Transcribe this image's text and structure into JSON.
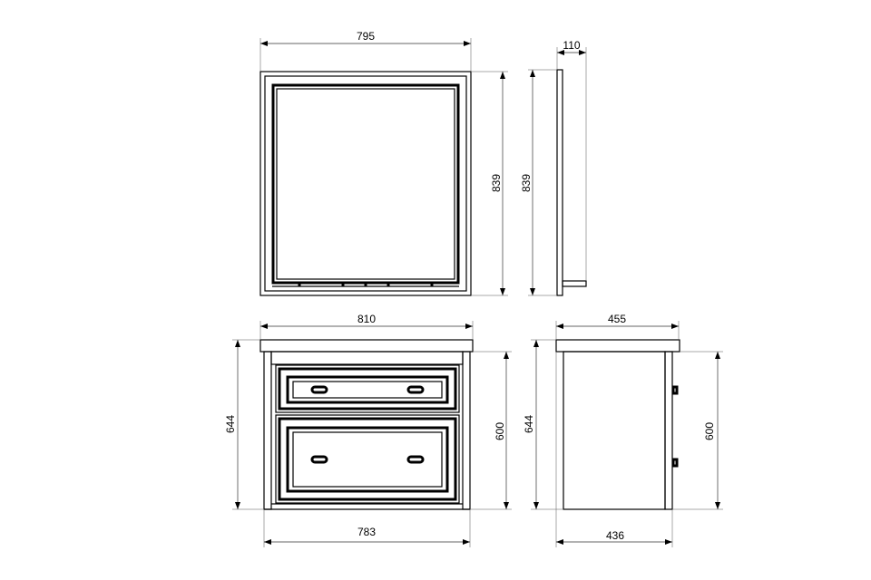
{
  "mirror_front": {
    "width_label": "795",
    "height_label": "839"
  },
  "mirror_side": {
    "depth_label": "110",
    "height_label": "839"
  },
  "cabinet_front": {
    "top_width_label": "810",
    "body_width_label": "783",
    "total_height_label": "644",
    "body_height_label": "600"
  },
  "cabinet_side": {
    "top_depth_label": "455",
    "body_depth_label": "436",
    "total_height_label": "644",
    "body_height_label": "600"
  },
  "colors": {
    "line": "#000000",
    "background": "#ffffff"
  }
}
